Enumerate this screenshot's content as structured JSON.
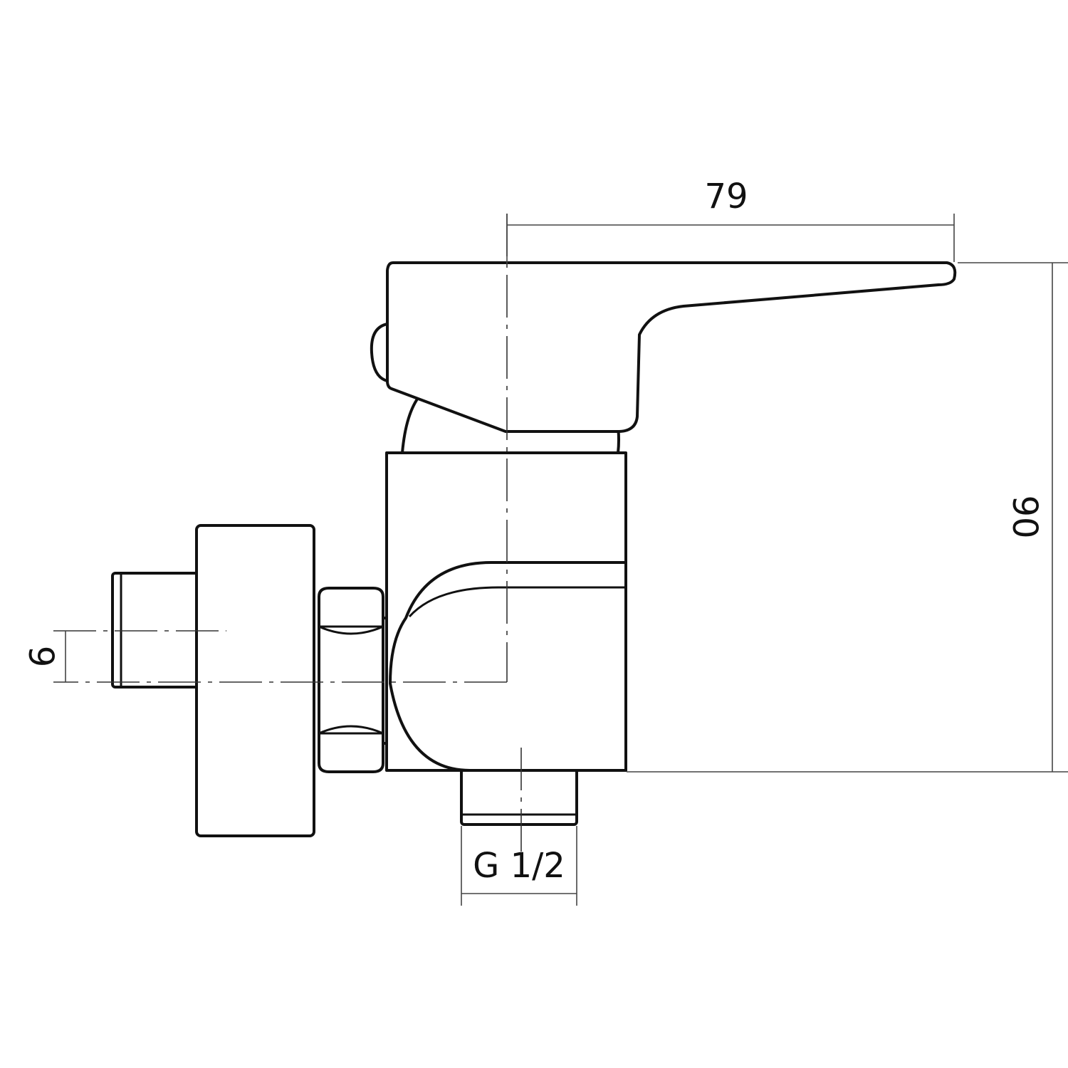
{
  "dimensions": {
    "handle_width": "79",
    "height": "90",
    "pipe_offset": "9",
    "outlet_thread": "G 1/2"
  },
  "colors": {
    "line": "#111111",
    "background": "#ffffff"
  }
}
